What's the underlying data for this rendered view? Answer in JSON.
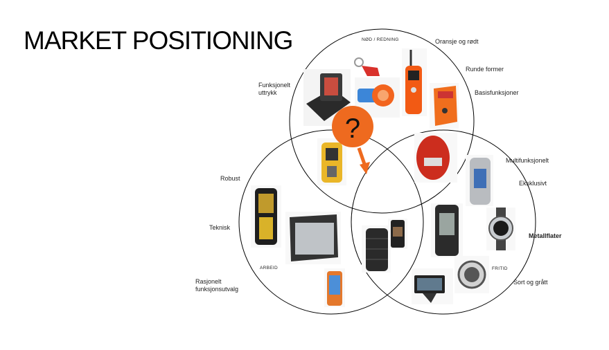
{
  "title": "MARKET POSITIONING",
  "circles": {
    "top": {
      "label": "NØD / REDNING"
    },
    "left": {
      "label": "ARBEID"
    },
    "right": {
      "label": "FRITID"
    }
  },
  "attributes": {
    "orange_red": "Oransje og rødt",
    "round_shapes": "Runde former",
    "basic_functions": "Basisfunksjoner",
    "functional_expression": "Funksjonelt uttrykk",
    "robust": "Robust",
    "technical": "Teknisk",
    "rational_selection": "Rasjonelt funksjonsutvalg",
    "multifunctional": "Multifunksjonelt",
    "exclusive": "Eksklusivt",
    "metal_surfaces": "Metallflater",
    "black_grey": "Sort og grått"
  },
  "question_marker": {
    "symbol": "?",
    "color": "#ee6a1f"
  },
  "colors": {
    "accent": "#ee6a1f",
    "line": "#000000"
  }
}
